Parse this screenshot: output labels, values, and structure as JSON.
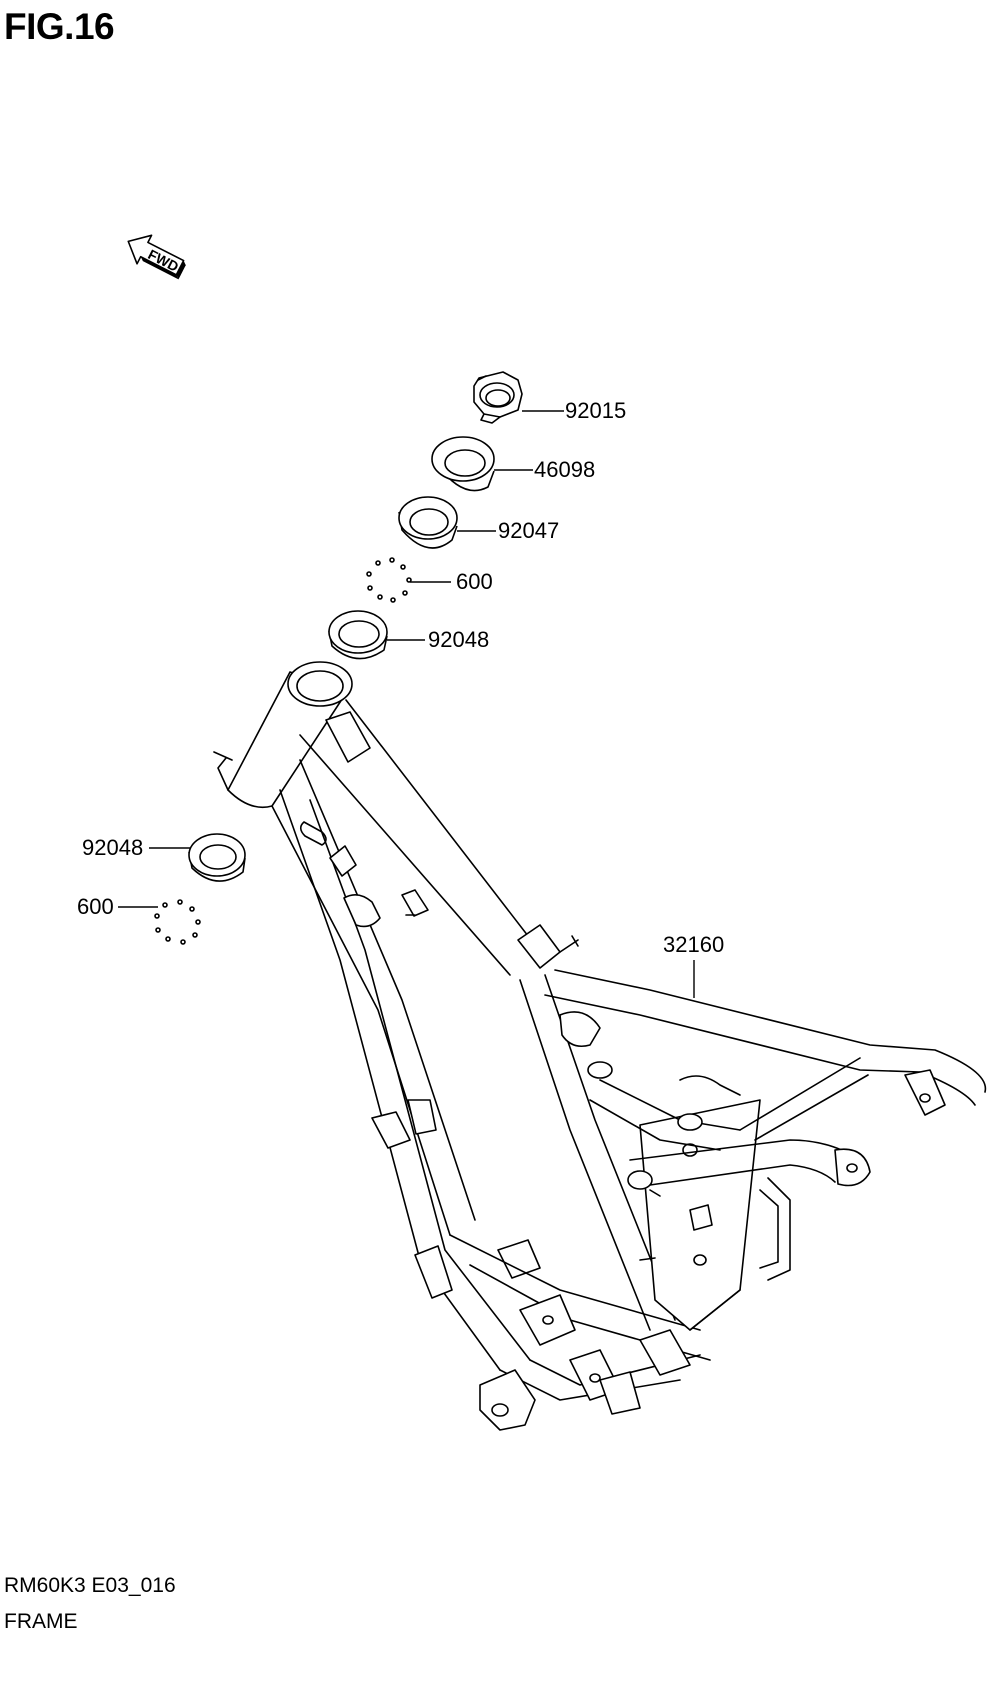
{
  "figure": {
    "title": "FIG.16",
    "footer_code": "RM60K3 E03_016",
    "footer_name": "FRAME"
  },
  "fwd_arrow": {
    "label": "FWD",
    "icon": "fwd-arrow-icon"
  },
  "callouts": [
    {
      "id": "92015",
      "label": "92015"
    },
    {
      "id": "46098",
      "label": "46098"
    },
    {
      "id": "92047",
      "label": "92047"
    },
    {
      "id": "600-upper",
      "label": "600"
    },
    {
      "id": "92048-upper",
      "label": "92048"
    },
    {
      "id": "92048-lower",
      "label": "92048"
    },
    {
      "id": "600-lower",
      "label": "600"
    },
    {
      "id": "32160",
      "label": "32160"
    }
  ]
}
